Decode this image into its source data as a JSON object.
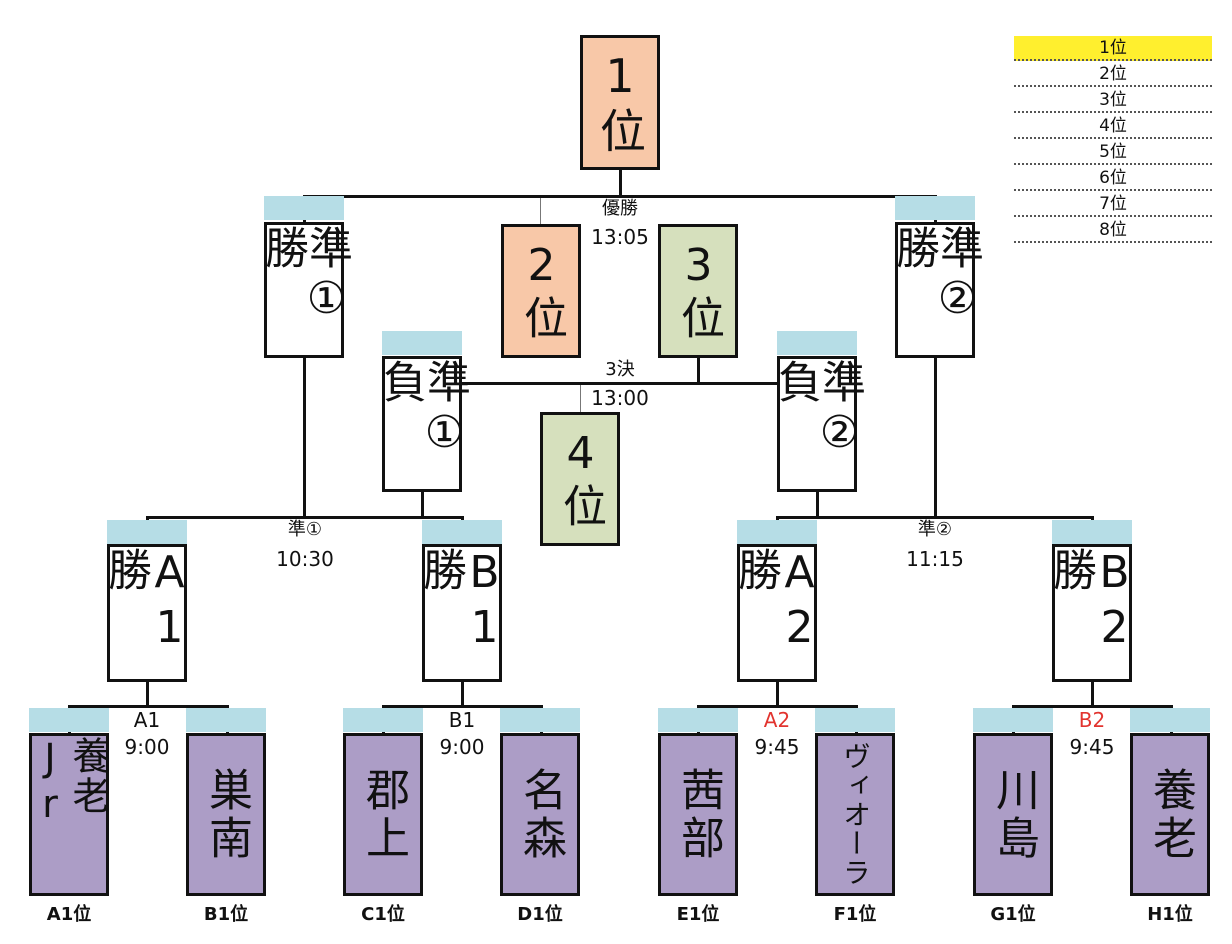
{
  "legend": [
    "1位",
    "2位",
    "3位",
    "4位",
    "5位",
    "6位",
    "7位",
    "8位"
  ],
  "places": {
    "first": "1位",
    "second": "2位",
    "third": "3位",
    "fourth": "4位"
  },
  "semis": {
    "semi1_winner": "準①勝",
    "semi2_winner": "準②勝",
    "semi1_loser": "準①負",
    "semi2_loser": "準②負"
  },
  "quarters": {
    "a1_winner": "A1勝",
    "b1_winner": "B1勝",
    "a2_winner": "A2勝",
    "b2_winner": "B2勝"
  },
  "matches": {
    "final": {
      "name": "優勝",
      "time": "13:05"
    },
    "third_place": {
      "name": "3決",
      "time": "13:00"
    },
    "semi1": {
      "name": "準①",
      "time": "10:30"
    },
    "semi2": {
      "name": "準②",
      "time": "11:15"
    },
    "a1": {
      "name": "A1",
      "time": "9:00"
    },
    "b1": {
      "name": "B1",
      "time": "9:00"
    },
    "a2": {
      "name": "A2",
      "time": "9:45"
    },
    "b2": {
      "name": "B2",
      "time": "9:45"
    }
  },
  "teams": [
    {
      "name": "養老Jr",
      "seed": "A1位"
    },
    {
      "name": "巣南",
      "seed": "B1位"
    },
    {
      "name": "郡上",
      "seed": "C1位"
    },
    {
      "name": "名森",
      "seed": "D1位"
    },
    {
      "name": "茜部",
      "seed": "E1位"
    },
    {
      "name": "ヴィオーラ",
      "seed": "F1位"
    },
    {
      "name": "川島",
      "seed": "G1位"
    },
    {
      "name": "養老",
      "seed": "H1位"
    }
  ],
  "colors": {
    "team_box": "#ac9dc6",
    "first_second": "#f8c8a8",
    "third_fourth": "#d6e0bd",
    "cap": "#b6dde6",
    "legend_highlight": "#ffef2e",
    "match_label_red": "#e2342f"
  }
}
